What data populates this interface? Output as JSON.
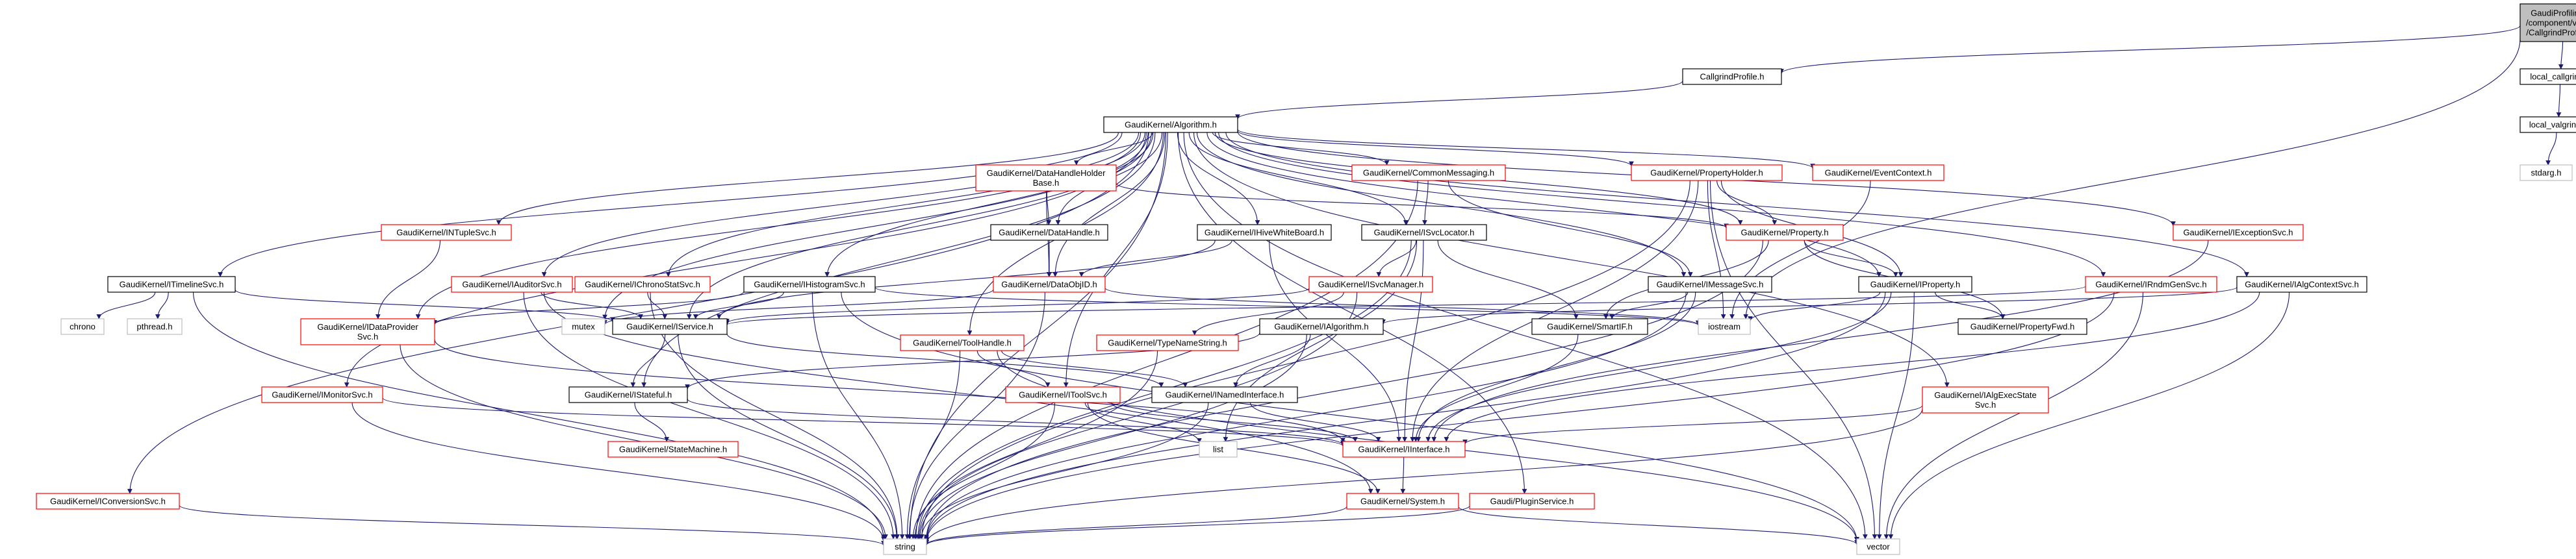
{
  "colors": {
    "node_fill": "#ffffff",
    "node_border_default": "#000000",
    "node_border_missing": "#ff0000",
    "node_border_plain": "#bfbfbf",
    "root_fill": "#bfbfbf",
    "edge": "#191970"
  },
  "nodes": {
    "root": {
      "lines": [
        "GaudiProfiling/src",
        "/component/valgrind",
        "/CallgrindProfile.cpp"
      ],
      "style": "root"
    },
    "cgp": {
      "lines": [
        "CallgrindProfile.h"
      ],
      "style": "default"
    },
    "local_callgrind": {
      "lines": [
        "local_callgrind.h"
      ],
      "style": "default"
    },
    "local_valgrind": {
      "lines": [
        "local_valgrind.h"
      ],
      "style": "default"
    },
    "stdarg": {
      "lines": [
        "stdarg.h"
      ],
      "style": "plain"
    },
    "alg": {
      "lines": [
        "GaudiKernel/Algorithm.h"
      ],
      "style": "default"
    },
    "dhhb": {
      "lines": [
        "GaudiKernel/DataHandleHolder",
        "Base.h"
      ],
      "style": "missing"
    },
    "cm": {
      "lines": [
        "GaudiKernel/CommonMessaging.h"
      ],
      "style": "missing"
    },
    "ph": {
      "lines": [
        "GaudiKernel/PropertyHolder.h"
      ],
      "style": "missing"
    },
    "ec": {
      "lines": [
        "GaudiKernel/EventContext.h"
      ],
      "style": "missing"
    },
    "intuple": {
      "lines": [
        "GaudiKernel/INTupleSvc.h"
      ],
      "style": "missing"
    },
    "dh": {
      "lines": [
        "GaudiKernel/DataHandle.h"
      ],
      "style": "default"
    },
    "hwb": {
      "lines": [
        "GaudiKernel/IHiveWhiteBoard.h"
      ],
      "style": "default"
    },
    "isvcloc": {
      "lines": [
        "GaudiKernel/ISvcLocator.h"
      ],
      "style": "default"
    },
    "prop": {
      "lines": [
        "GaudiKernel/Property.h"
      ],
      "style": "missing"
    },
    "iexc": {
      "lines": [
        "GaudiKernel/IExceptionSvc.h"
      ],
      "style": "missing"
    },
    "itimeline": {
      "lines": [
        "GaudiKernel/ITimelineSvc.h"
      ],
      "style": "default"
    },
    "iauditor": {
      "lines": [
        "GaudiKernel/IAuditorSvc.h"
      ],
      "style": "missing"
    },
    "ichrono": {
      "lines": [
        "GaudiKernel/IChronoStatSvc.h"
      ],
      "style": "missing"
    },
    "ihisto": {
      "lines": [
        "GaudiKernel/IHistogramSvc.h"
      ],
      "style": "default"
    },
    "dataobjid": {
      "lines": [
        "GaudiKernel/DataObjID.h"
      ],
      "style": "missing"
    },
    "isvcmgr": {
      "lines": [
        "GaudiKernel/ISvcManager.h"
      ],
      "style": "missing"
    },
    "imsg": {
      "lines": [
        "GaudiKernel/IMessageSvc.h"
      ],
      "style": "default"
    },
    "iprop": {
      "lines": [
        "GaudiKernel/IProperty.h"
      ],
      "style": "default"
    },
    "irndm": {
      "lines": [
        "GaudiKernel/IRndmGenSvc.h"
      ],
      "style": "missing"
    },
    "ialgctx": {
      "lines": [
        "GaudiKernel/IAlgContextSvc.h"
      ],
      "style": "default"
    },
    "chrono": {
      "lines": [
        "chrono"
      ],
      "style": "plain"
    },
    "pthread": {
      "lines": [
        "pthread.h"
      ],
      "style": "plain"
    },
    "idp": {
      "lines": [
        "GaudiKernel/IDataProvider",
        "Svc.h"
      ],
      "style": "missing"
    },
    "mutex": {
      "lines": [
        "mutex"
      ],
      "style": "plain"
    },
    "iservice": {
      "lines": [
        "GaudiKernel/IService.h"
      ],
      "style": "default"
    },
    "ialgorithm": {
      "lines": [
        "GaudiKernel/IAlgorithm.h"
      ],
      "style": "default"
    },
    "toolhandle": {
      "lines": [
        "GaudiKernel/ToolHandle.h"
      ],
      "style": "missing"
    },
    "typename": {
      "lines": [
        "GaudiKernel/TypeNameString.h"
      ],
      "style": "missing"
    },
    "smartif": {
      "lines": [
        "GaudiKernel/SmartIF.h"
      ],
      "style": "default"
    },
    "iostream": {
      "lines": [
        "iostream"
      ],
      "style": "plain"
    },
    "propfwd": {
      "lines": [
        "GaudiKernel/PropertyFwd.h"
      ],
      "style": "default"
    },
    "imonitor": {
      "lines": [
        "GaudiKernel/IMonitorSvc.h"
      ],
      "style": "missing"
    },
    "istateful": {
      "lines": [
        "GaudiKernel/IStateful.h"
      ],
      "style": "default"
    },
    "inamed": {
      "lines": [
        "GaudiKernel/INamedInterface.h"
      ],
      "style": "default"
    },
    "itoolsvc": {
      "lines": [
        "GaudiKernel/IToolSvc.h"
      ],
      "style": "missing"
    },
    "iexecstate": {
      "lines": [
        "GaudiKernel/IAlgExecState",
        "Svc.h"
      ],
      "style": "missing"
    },
    "statemachine": {
      "lines": [
        "GaudiKernel/StateMachine.h"
      ],
      "style": "missing"
    },
    "list": {
      "lines": [
        "list"
      ],
      "style": "plain"
    },
    "iinterface": {
      "lines": [
        "GaudiKernel/IInterface.h"
      ],
      "style": "missing"
    },
    "iconversion": {
      "lines": [
        "GaudiKernel/IConversionSvc.h"
      ],
      "style": "missing"
    },
    "system": {
      "lines": [
        "GaudiKernel/System.h"
      ],
      "style": "missing"
    },
    "plugin": {
      "lines": [
        "Gaudi/PluginService.h"
      ],
      "style": "missing"
    },
    "string": {
      "lines": [
        "string"
      ],
      "style": "plain"
    },
    "vector": {
      "lines": [
        "vector"
      ],
      "style": "plain"
    }
  },
  "edges": [
    [
      "root",
      "cgp"
    ],
    [
      "root",
      "local_callgrind"
    ],
    [
      "root",
      "iostream"
    ],
    [
      "cgp",
      "alg"
    ],
    [
      "local_callgrind",
      "local_valgrind"
    ],
    [
      "local_valgrind",
      "stdarg"
    ],
    [
      "alg",
      "dhhb"
    ],
    [
      "alg",
      "cm"
    ],
    [
      "alg",
      "ph"
    ],
    [
      "alg",
      "ec"
    ],
    [
      "alg",
      "intuple"
    ],
    [
      "alg",
      "dh"
    ],
    [
      "alg",
      "hwb"
    ],
    [
      "alg",
      "isvcloc"
    ],
    [
      "alg",
      "prop"
    ],
    [
      "alg",
      "iexc"
    ],
    [
      "alg",
      "itimeline"
    ],
    [
      "alg",
      "iauditor"
    ],
    [
      "alg",
      "ichrono"
    ],
    [
      "alg",
      "ihisto"
    ],
    [
      "alg",
      "dataobjid"
    ],
    [
      "alg",
      "imsg"
    ],
    [
      "alg",
      "iprop"
    ],
    [
      "alg",
      "irndm"
    ],
    [
      "alg",
      "ialgctx"
    ],
    [
      "alg",
      "idp"
    ],
    [
      "alg",
      "mutex"
    ],
    [
      "alg",
      "iservice"
    ],
    [
      "alg",
      "toolhandle"
    ],
    [
      "alg",
      "imonitor"
    ],
    [
      "alg",
      "istateful"
    ],
    [
      "alg",
      "itoolsvc"
    ],
    [
      "alg",
      "iexecstate"
    ],
    [
      "alg",
      "iconversion"
    ],
    [
      "alg",
      "plugin"
    ],
    [
      "alg",
      "string"
    ],
    [
      "alg",
      "vector"
    ],
    [
      "dhhb",
      "dh"
    ],
    [
      "dhhb",
      "dataobjid"
    ],
    [
      "dhhb",
      "prop"
    ],
    [
      "cm",
      "isvcloc"
    ],
    [
      "cm",
      "imsg"
    ],
    [
      "cm",
      "string"
    ],
    [
      "ph",
      "iprop"
    ],
    [
      "ph",
      "prop"
    ],
    [
      "ph",
      "iinterface"
    ],
    [
      "ph",
      "iostream"
    ],
    [
      "ph",
      "string"
    ],
    [
      "ph",
      "vector"
    ],
    [
      "ec",
      "iostream"
    ],
    [
      "intuple",
      "idp"
    ],
    [
      "dh",
      "dataobjid"
    ],
    [
      "hwb",
      "dataobjid"
    ],
    [
      "hwb",
      "iinterface"
    ],
    [
      "hwb",
      "iservice"
    ],
    [
      "isvcloc",
      "smartif"
    ],
    [
      "isvcloc",
      "iinterface"
    ],
    [
      "isvcloc",
      "isvcmgr"
    ],
    [
      "isvcloc",
      "list"
    ],
    [
      "isvcloc",
      "string"
    ],
    [
      "prop",
      "iprop"
    ],
    [
      "prop",
      "smartif"
    ],
    [
      "prop",
      "propfwd"
    ],
    [
      "prop",
      "string"
    ],
    [
      "iexc",
      "iinterface"
    ],
    [
      "itimeline",
      "iservice"
    ],
    [
      "itimeline",
      "chrono"
    ],
    [
      "itimeline",
      "pthread"
    ],
    [
      "itimeline",
      "string"
    ],
    [
      "iauditor",
      "iservice"
    ],
    [
      "iauditor",
      "system"
    ],
    [
      "iauditor",
      "string"
    ],
    [
      "ichrono",
      "iservice"
    ],
    [
      "ichrono",
      "string"
    ],
    [
      "ihisto",
      "iservice"
    ],
    [
      "ihisto",
      "idp"
    ],
    [
      "ihisto",
      "iostream"
    ],
    [
      "ihisto",
      "string"
    ],
    [
      "ihisto",
      "vector"
    ],
    [
      "dataobjid",
      "iostream"
    ],
    [
      "dataobjid",
      "mutex"
    ],
    [
      "dataobjid",
      "string"
    ],
    [
      "isvcmgr",
      "iservice"
    ],
    [
      "isvcmgr",
      "typename"
    ],
    [
      "isvcmgr",
      "string"
    ],
    [
      "imsg",
      "iinterface"
    ],
    [
      "imsg",
      "smartif"
    ],
    [
      "imsg",
      "string"
    ],
    [
      "iprop",
      "iinterface"
    ],
    [
      "iprop",
      "propfwd"
    ],
    [
      "iprop",
      "string"
    ],
    [
      "iprop",
      "vector"
    ],
    [
      "iprop",
      "iostream"
    ],
    [
      "irndm",
      "iservice"
    ],
    [
      "irndm",
      "string"
    ],
    [
      "irndm",
      "vector"
    ],
    [
      "ialgctx",
      "iinterface"
    ],
    [
      "ialgctx",
      "ialgorithm"
    ],
    [
      "ialgctx",
      "vector"
    ],
    [
      "idp",
      "iinterface"
    ],
    [
      "idp",
      "string"
    ],
    [
      "iservice",
      "istateful"
    ],
    [
      "iservice",
      "inamed"
    ],
    [
      "iservice",
      "string"
    ],
    [
      "ialgorithm",
      "istateful"
    ],
    [
      "ialgorithm",
      "inamed"
    ],
    [
      "ialgorithm",
      "string"
    ],
    [
      "toolhandle",
      "itoolsvc"
    ],
    [
      "toolhandle",
      "inamed"
    ],
    [
      "toolhandle",
      "string"
    ],
    [
      "toolhandle",
      "vector"
    ],
    [
      "typename",
      "string"
    ],
    [
      "smartif",
      "iinterface"
    ],
    [
      "imonitor",
      "iinterface"
    ],
    [
      "imonitor",
      "string"
    ],
    [
      "istateful",
      "iinterface"
    ],
    [
      "istateful",
      "statemachine"
    ],
    [
      "inamed",
      "iinterface"
    ],
    [
      "inamed",
      "string"
    ],
    [
      "itoolsvc",
      "iinterface"
    ],
    [
      "itoolsvc",
      "list"
    ],
    [
      "itoolsvc",
      "string"
    ],
    [
      "itoolsvc",
      "system"
    ],
    [
      "iexecstate",
      "iinterface"
    ],
    [
      "iexecstate",
      "string"
    ],
    [
      "iinterface",
      "system"
    ],
    [
      "iconversion",
      "string"
    ],
    [
      "system",
      "string"
    ],
    [
      "system",
      "vector"
    ],
    [
      "plugin",
      "string"
    ]
  ]
}
